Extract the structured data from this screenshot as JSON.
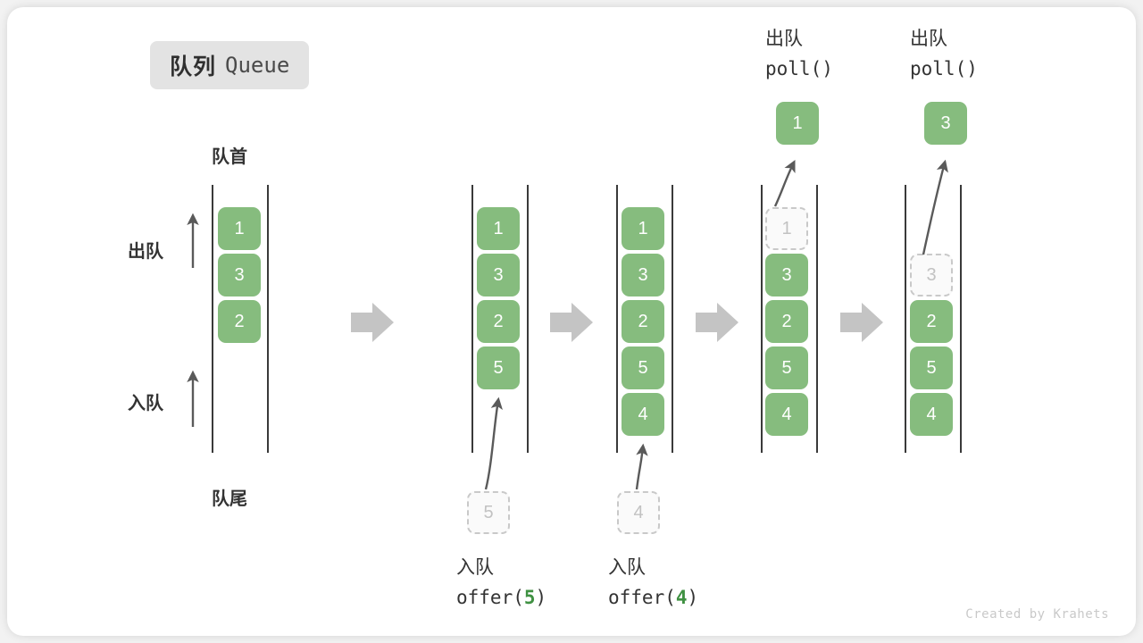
{
  "figure": {
    "title_cn": "队列",
    "title_en": "Queue",
    "watermark": "Created by Krahets",
    "head_label": "队首",
    "tail_label": "队尾",
    "dequeue_label": "出队",
    "enqueue_label": "入队",
    "accent_color": "#86bc7e",
    "ghost_color": "#c2c2c2",
    "arrow_color": "#5a5a5a",
    "step_arrow_color": "#c4c4c4",
    "badge_color": "#e3e3e3"
  },
  "stages": [
    {
      "id": "stage-initial",
      "items": [
        "1",
        "3",
        "2"
      ],
      "ghost_index": -1,
      "caption_cn": "",
      "caption_code": "",
      "caption_arg": "",
      "input_box": "",
      "output_box": "",
      "op_cn": "",
      "op_code": ""
    },
    {
      "id": "stage-offer-5",
      "items": [
        "1",
        "3",
        "2",
        "5"
      ],
      "ghost_index": -1,
      "caption_cn": "入队",
      "caption_code_prefix": "offer(",
      "caption_arg": "5",
      "caption_code_suffix": ")",
      "input_box": "5",
      "output_box": ""
    },
    {
      "id": "stage-offer-4",
      "items": [
        "1",
        "3",
        "2",
        "5",
        "4"
      ],
      "ghost_index": -1,
      "caption_cn": "入队",
      "caption_code_prefix": "offer(",
      "caption_arg": "4",
      "caption_code_suffix": ")",
      "input_box": "4",
      "output_box": ""
    },
    {
      "id": "stage-poll-1",
      "items": [
        "1",
        "3",
        "2",
        "5",
        "4"
      ],
      "ghost_index": 0,
      "op_cn": "出队",
      "op_code": "poll()",
      "output_box": "1",
      "input_box": ""
    },
    {
      "id": "stage-poll-3",
      "items": [
        "",
        "3",
        "2",
        "5",
        "4"
      ],
      "ghost_index": 1,
      "op_cn": "出队",
      "op_code": "poll()",
      "output_box": "3",
      "input_box": ""
    }
  ],
  "step_arrows": 4
}
